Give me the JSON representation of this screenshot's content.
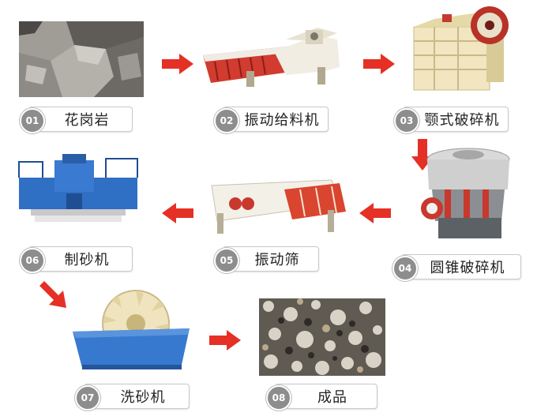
{
  "steps": [
    {
      "num": "01",
      "label": "花岗岩"
    },
    {
      "num": "02",
      "label": "振动给料机"
    },
    {
      "num": "03",
      "label": "颚式破碎机"
    },
    {
      "num": "04",
      "label": "圆锥破碎机"
    },
    {
      "num": "05",
      "label": "振动筛"
    },
    {
      "num": "06",
      "label": "制砂机"
    },
    {
      "num": "07",
      "label": "洗砂机"
    },
    {
      "num": "08",
      "label": "成品"
    }
  ],
  "colors": {
    "arrow": "#e53026",
    "badge": "#8d8d8d",
    "machine_red": "#c8382d",
    "machine_cream": "#efe3b8",
    "machine_blue": "#2f6fc4"
  },
  "icons": [
    "right-arrow-icon",
    "down-arrow-icon",
    "left-arrow-icon",
    "down-right-arrow-icon"
  ]
}
